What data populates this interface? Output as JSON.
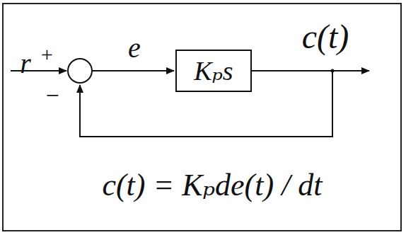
{
  "diagram": {
    "nodes": [
      {
        "text": [
          "Kₚs"
        ]
      }
    ],
    "labels": [
      "r",
      "+",
      "e",
      "c(t)",
      "−",
      "c(t) = Kₚde(t) / dt"
    ]
  }
}
